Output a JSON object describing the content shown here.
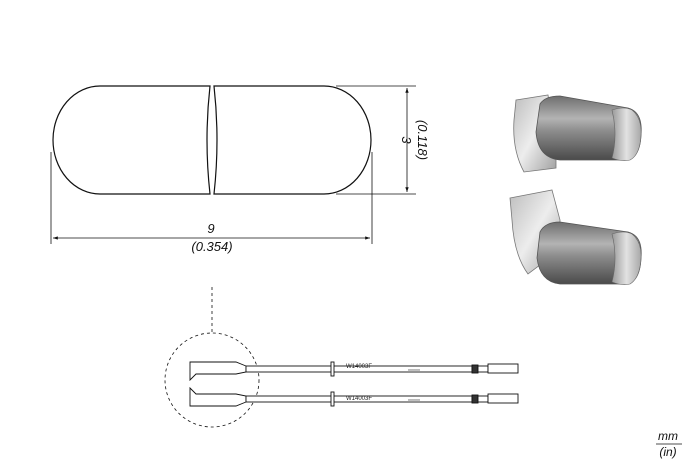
{
  "dimensions": {
    "width_mm": "9",
    "width_in": "(0.354)",
    "height_mm": "3",
    "height_in": "(0.118)"
  },
  "tweezer": {
    "part_number_top": "W14003F",
    "part_number_bottom": "W14003F"
  },
  "units": {
    "primary": "mm",
    "secondary": "(in)"
  },
  "colors": {
    "outline": "#111111",
    "tip_gray": "#8a8a8a",
    "tip_light": "#d8d8d8"
  }
}
